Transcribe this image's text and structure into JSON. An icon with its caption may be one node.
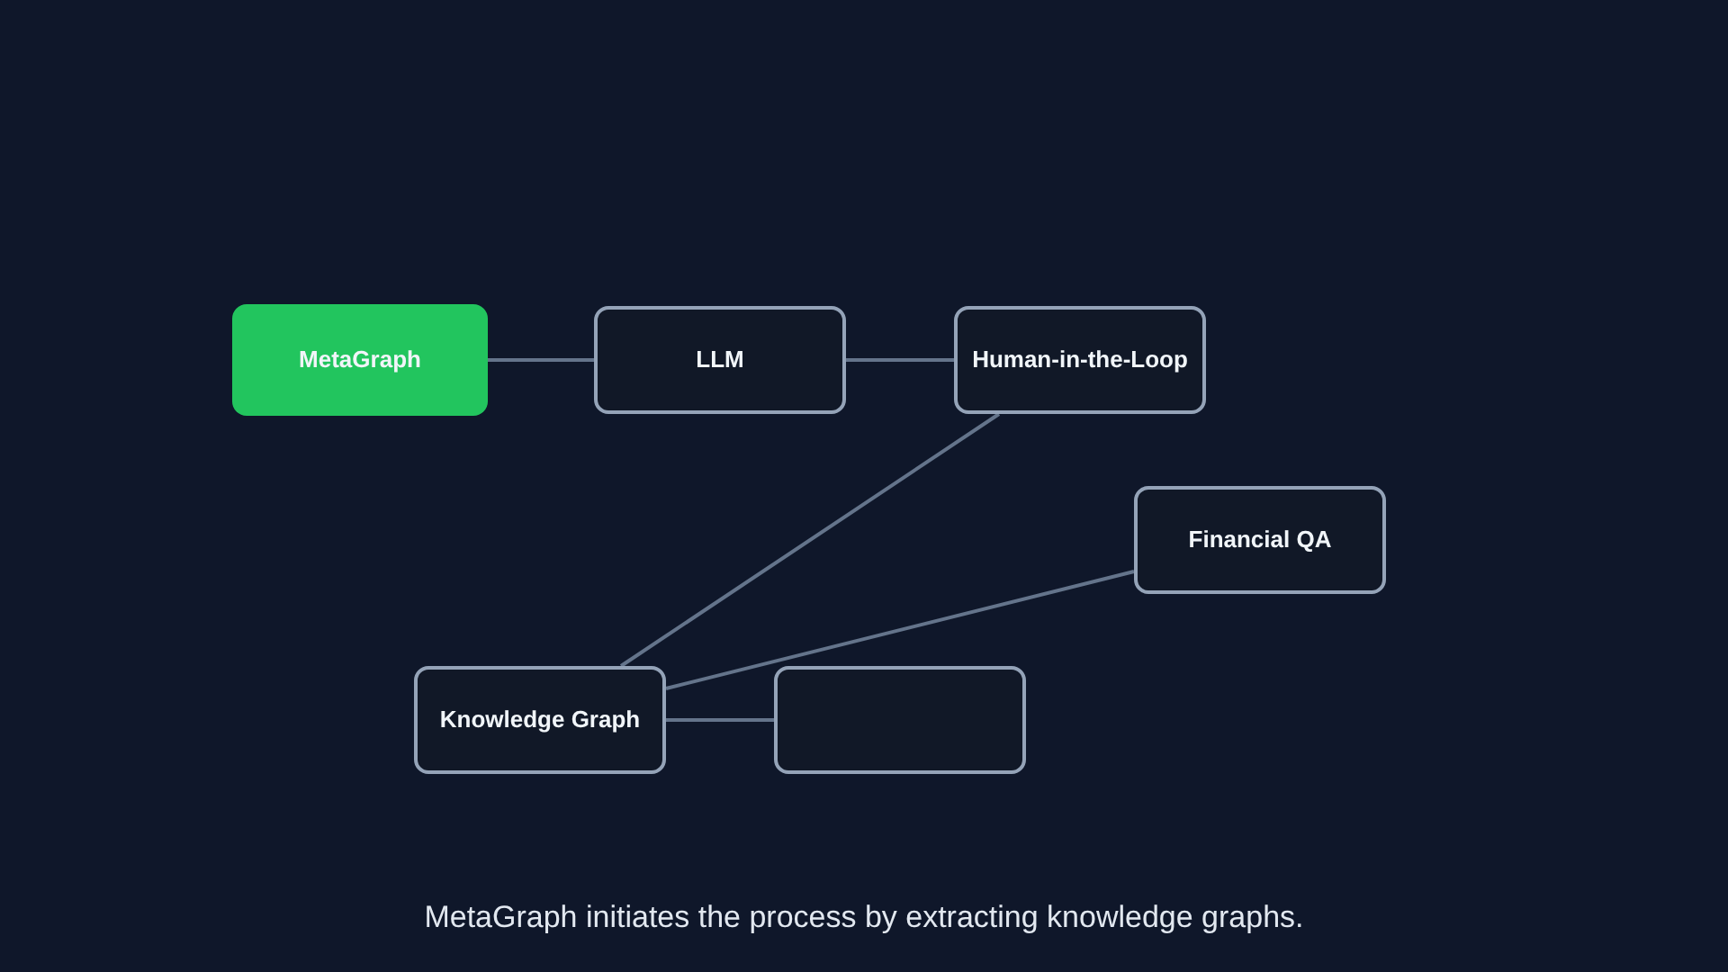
{
  "diagram": {
    "caption": "MetaGraph initiates the process by extracting knowledge graphs.",
    "nodes": [
      {
        "text": [
          "MetaGraph"
        ]
      },
      {
        "text": [
          "LLM"
        ]
      },
      {
        "text": [
          "Human-in-the-Loop"
        ]
      },
      {
        "text": [
          "Financial QA"
        ]
      },
      {
        "text": [
          "Knowledge Graph"
        ]
      },
      {
        "text": [],
        "shape": "box"
      }
    ],
    "edges": [
      {
        "from": 0,
        "to": 1,
        "arrow": "none"
      },
      {
        "from": 1,
        "to": 2,
        "arrow": "none"
      },
      {
        "from": 2,
        "to": 4,
        "arrow": "none"
      },
      {
        "from": 4,
        "to": 3,
        "arrow": "none"
      },
      {
        "from": 4,
        "to": 5,
        "arrow": "none"
      }
    ]
  }
}
